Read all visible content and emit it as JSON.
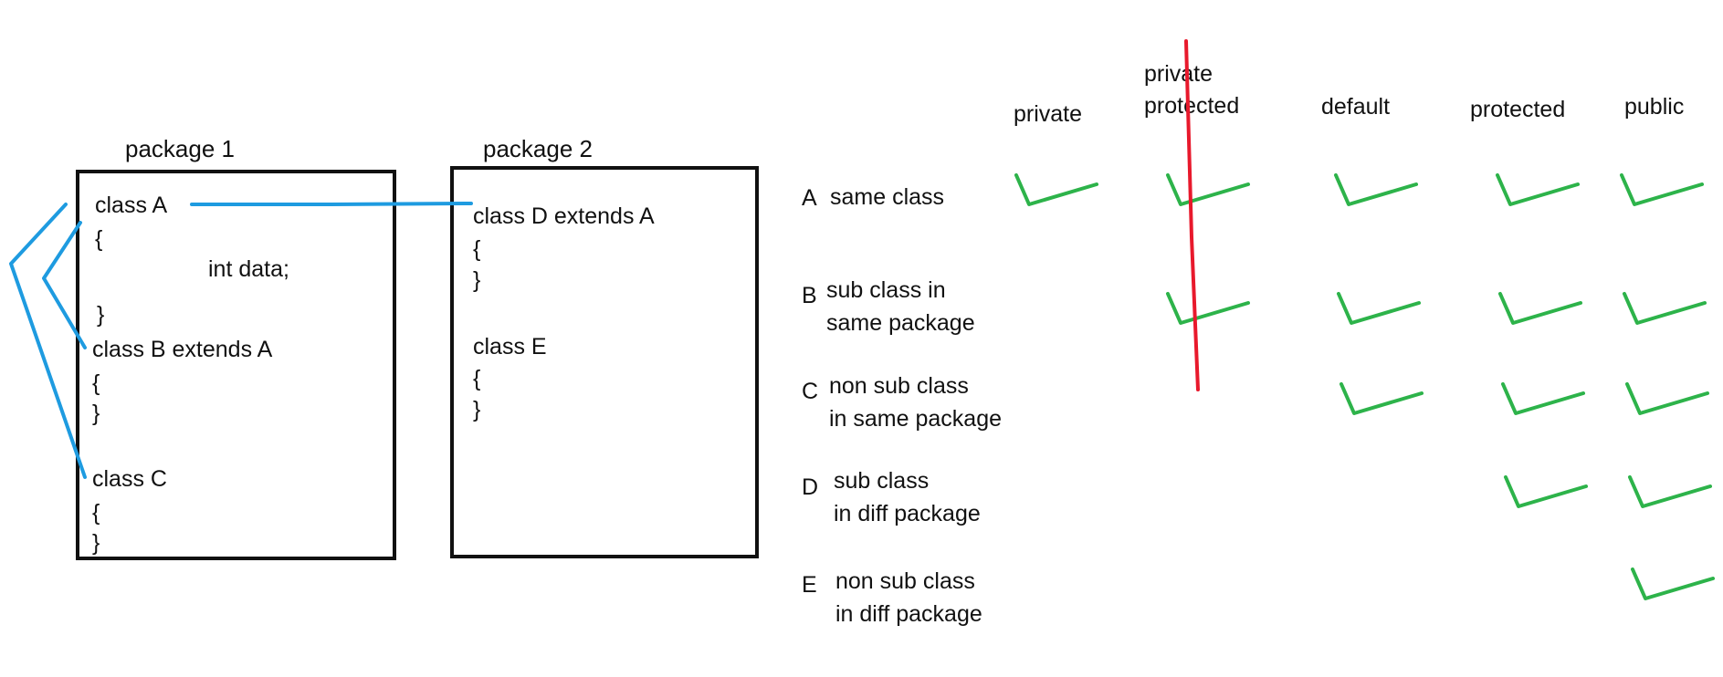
{
  "packages": [
    {
      "title": "package 1",
      "lines": [
        "class A",
        "{",
        "int data;",
        "}",
        "class B extends A",
        "{",
        "}",
        "class C",
        "{",
        "}"
      ]
    },
    {
      "title": "package 2",
      "lines": [
        "class D extends A",
        "{",
        "}",
        "class E",
        "{",
        "}"
      ]
    }
  ],
  "table": {
    "columns": [
      {
        "lines": [
          "private"
        ]
      },
      {
        "lines": [
          "private",
          "protected"
        ],
        "struck": true
      },
      {
        "lines": [
          "default"
        ]
      },
      {
        "lines": [
          "protected"
        ]
      },
      {
        "lines": [
          "public"
        ]
      }
    ],
    "rows": [
      {
        "letter": "A",
        "lines": [
          "same class"
        ],
        "access": [
          true,
          true,
          true,
          true,
          true
        ]
      },
      {
        "letter": "B",
        "lines": [
          "sub class in",
          "same package"
        ],
        "access": [
          false,
          true,
          true,
          true,
          true
        ]
      },
      {
        "letter": "C",
        "lines": [
          "non sub class",
          "in same package"
        ],
        "access": [
          false,
          false,
          true,
          true,
          true
        ]
      },
      {
        "letter": "D",
        "lines": [
          "sub class",
          "in diff package"
        ],
        "access": [
          false,
          false,
          false,
          true,
          true
        ]
      },
      {
        "letter": "E",
        "lines": [
          "non sub class",
          "in diff package"
        ],
        "access": [
          false,
          false,
          false,
          false,
          true
        ]
      }
    ]
  },
  "colors": {
    "box": "#111111",
    "connector": "#1e9be0",
    "check": "#2db34a",
    "strike": "#e8192c"
  },
  "icons": {
    "check": "check-icon"
  }
}
